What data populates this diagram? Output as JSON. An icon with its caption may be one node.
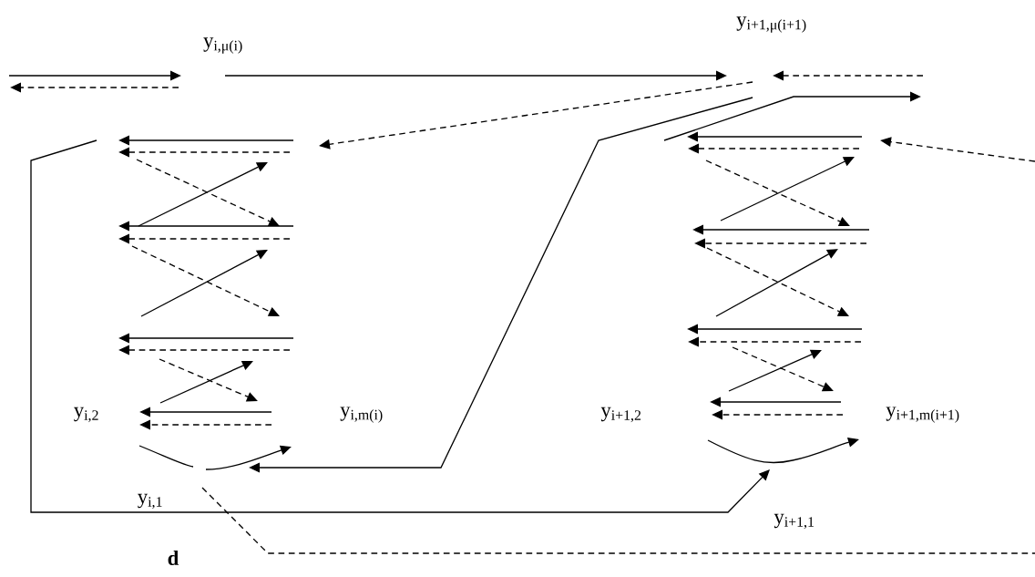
{
  "diagram": {
    "labels": [
      "y$_{i+1,μ(i+1)}$",
      "y$_{i,μ(i)}$",
      "y$_{i,2}$",
      "y$_{i,m(i)}$",
      "y$_{i+1,2}$",
      "y$_{i+1,m(i+1)}$",
      "y$_{i,1}$",
      "y$_{i+1,1}$",
      "d"
    ]
  }
}
